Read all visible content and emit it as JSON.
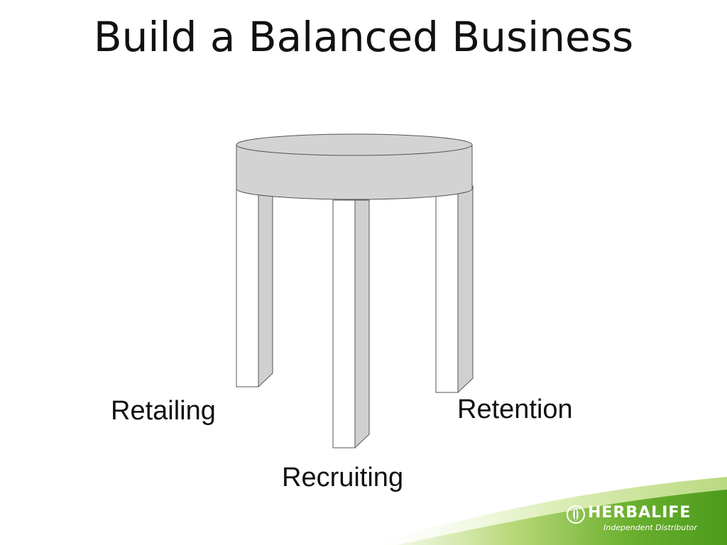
{
  "slide": {
    "title": "Build a Balanced Business"
  },
  "legs": {
    "retailing": "Retailing",
    "retention": "Retention",
    "recruiting": "Recruiting"
  },
  "brand": {
    "name": "HERBALIFE",
    "tagline": "Independent Distributor",
    "icon": "herbalife-leaf-icon",
    "colors": {
      "green_dark": "#4c9a1c",
      "green_light": "#b8d878",
      "stool_gray": "#d3d3d3",
      "stool_edge": "#555555"
    }
  }
}
